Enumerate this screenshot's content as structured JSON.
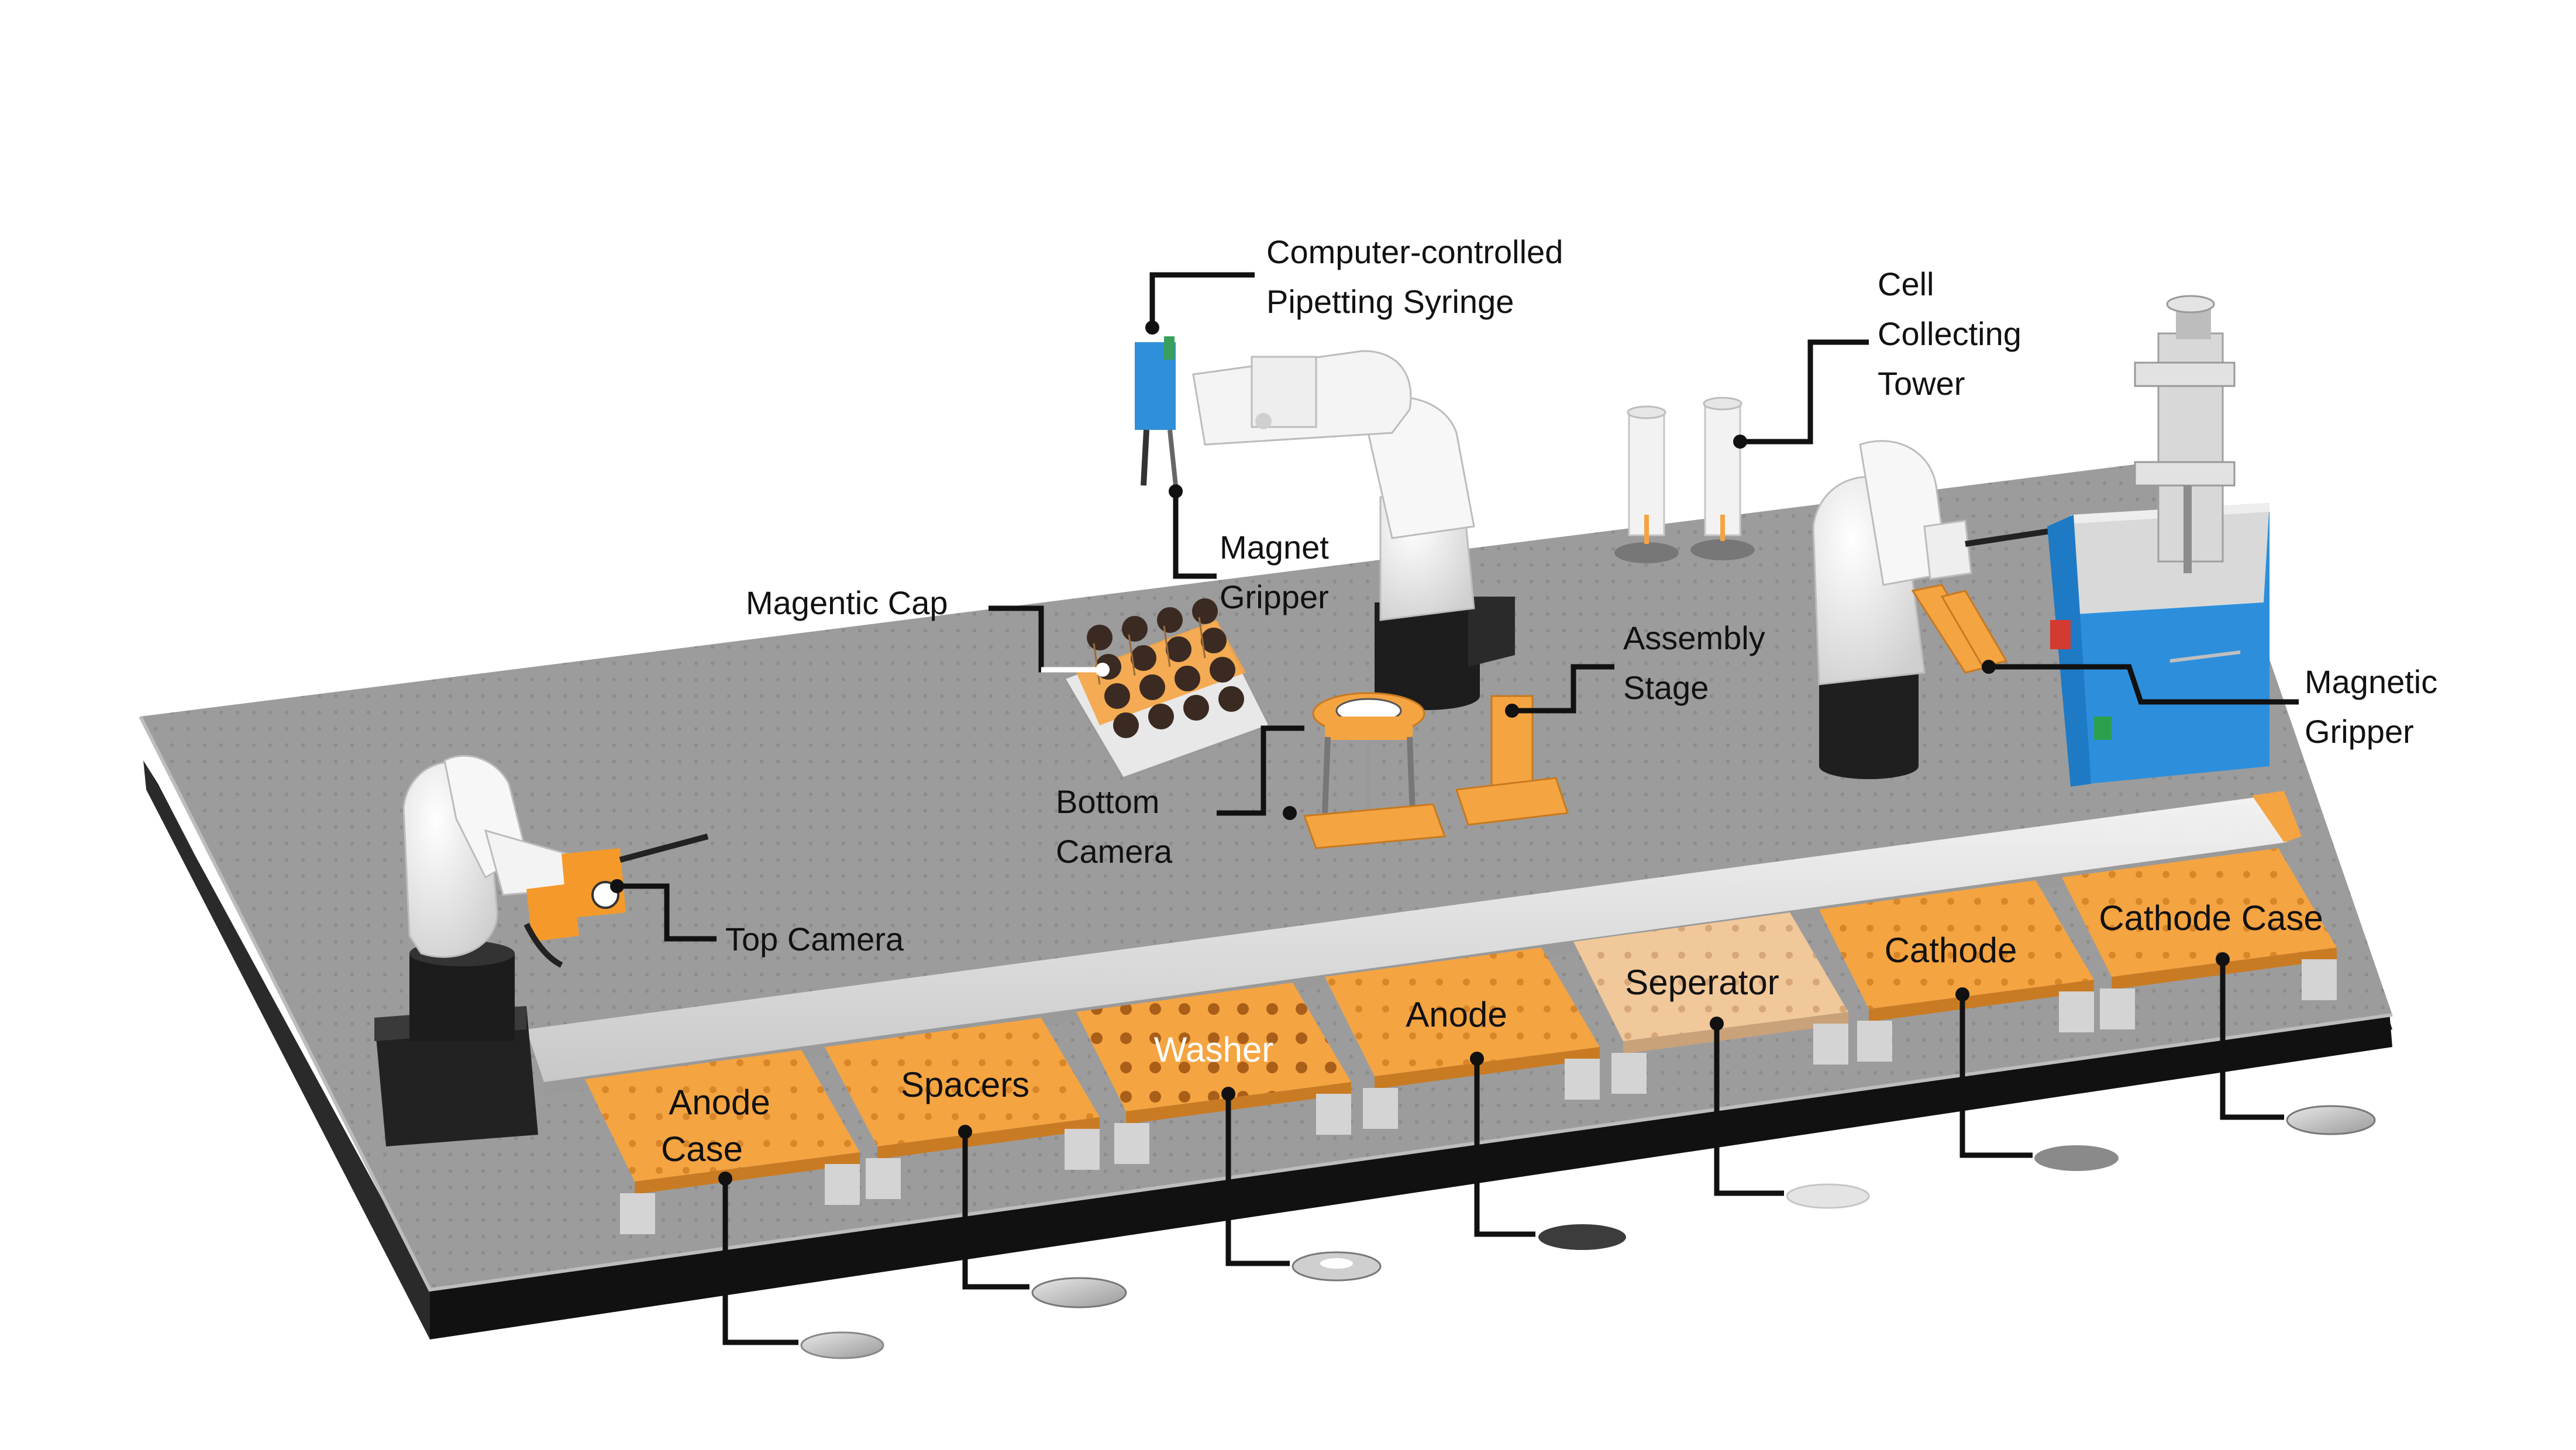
{
  "labels": {
    "pipetting_syringe_line1": "Computer-controlled",
    "pipetting_syringe_line2": "Pipetting Syringe",
    "tower_line1": "Cell",
    "tower_line2": "Collecting",
    "tower_line3": "Tower",
    "magnet_gripper_line1": "Magnet",
    "magnet_gripper_line2": "Gripper",
    "magnetic_cap": "Magentic Cap",
    "assembly_stage_line1": "Assembly",
    "assembly_stage_line2": "Stage",
    "magnetic_gripper_line1": "Magnetic",
    "magnetic_gripper_line2": "Gripper",
    "bottom_camera_line1": "Bottom",
    "bottom_camera_line2": "Camera",
    "top_camera": "Top Camera"
  },
  "trays": {
    "anode_case_line1": "Anode",
    "anode_case_line2": "Case",
    "spacers": "Spacers",
    "washer": "Washer",
    "anode": "Anode",
    "seperator": "Seperator",
    "cathode": "Cathode",
    "cathode_case": "Cathode Case"
  },
  "colors": {
    "table_top": "#9a9a9a",
    "table_edge": "#1a1a1a",
    "tray_orange": "#f5a442",
    "separator_tray": "#f1c89a",
    "robot_white": "#efefef",
    "robot_base": "#1f1f1f",
    "syringe_blue": "#2f8fd8",
    "machine_blue": "#2d8fdc",
    "rail": "#d9d9d9"
  }
}
